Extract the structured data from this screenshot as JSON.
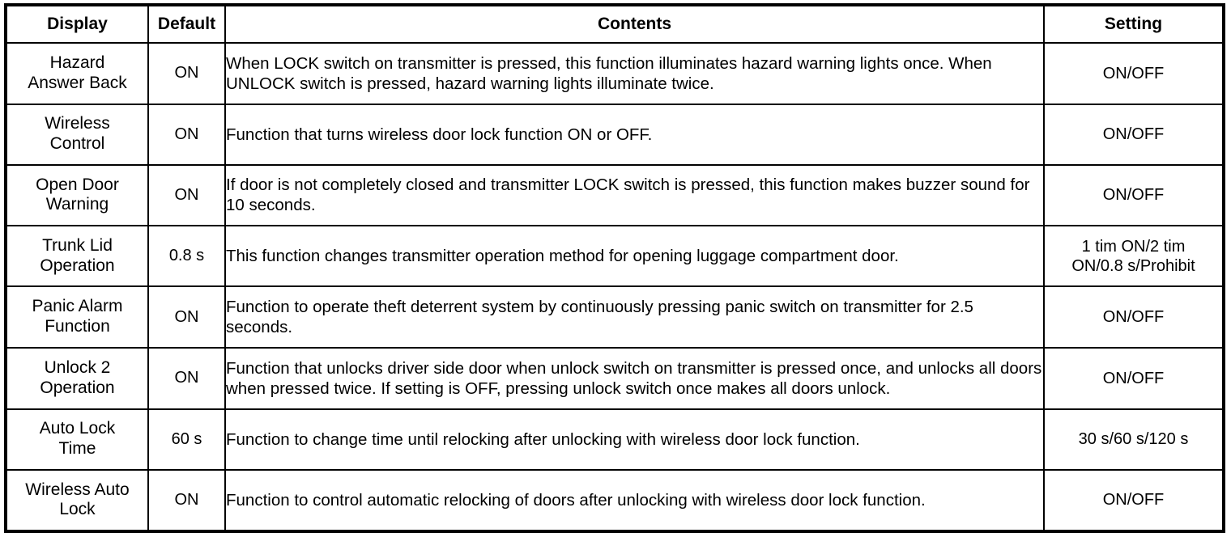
{
  "table": {
    "headers": {
      "display": "Display",
      "default": "Default",
      "contents": "Contents",
      "setting": "Setting"
    },
    "rows": [
      {
        "display": "Hazard\nAnswer Back",
        "default": "ON",
        "contents": "When LOCK switch on transmitter is pressed, this function illuminates hazard warning lights once. When UNLOCK switch is pressed, hazard warning lights illuminate twice.",
        "setting": "ON/OFF"
      },
      {
        "display": "Wireless\nControl",
        "default": "ON",
        "contents": "Function that turns wireless door lock function ON or OFF.",
        "setting": "ON/OFF"
      },
      {
        "display": "Open Door\nWarning",
        "default": "ON",
        "contents": "If door is not completely closed and transmitter LOCK switch is pressed, this function makes buzzer sound for 10 seconds.",
        "setting": "ON/OFF"
      },
      {
        "display": "Trunk Lid\nOperation",
        "default": "0.8 s",
        "contents": "This function changes transmitter operation method for opening luggage compartment door.",
        "setting": "1 tim ON/2 tim\nON/0.8 s/Prohibit"
      },
      {
        "display": "Panic Alarm\nFunction",
        "default": "ON",
        "contents": "Function to operate theft deterrent system by continuously pressing panic switch on transmitter for 2.5 seconds.",
        "setting": "ON/OFF"
      },
      {
        "display": "Unlock 2\nOperation",
        "default": "ON",
        "contents": "Function that unlocks driver side door when unlock switch on transmitter is pressed once, and unlocks all doors when pressed twice. If setting is OFF, pressing unlock switch once makes all doors unlock.",
        "setting": "ON/OFF"
      },
      {
        "display": "Auto Lock\nTime",
        "default": "60 s",
        "contents": "Function to change time until relocking after unlocking with wireless door lock function.",
        "setting": "30 s/60 s/120 s"
      },
      {
        "display": "Wireless Auto\nLock",
        "default": "ON",
        "contents": "Function to control automatic relocking of doors after unlocking with wireless door lock function.",
        "setting": "ON/OFF"
      }
    ]
  },
  "colors": {
    "border": "#000000",
    "background": "#ffffff",
    "text": "#000000"
  }
}
